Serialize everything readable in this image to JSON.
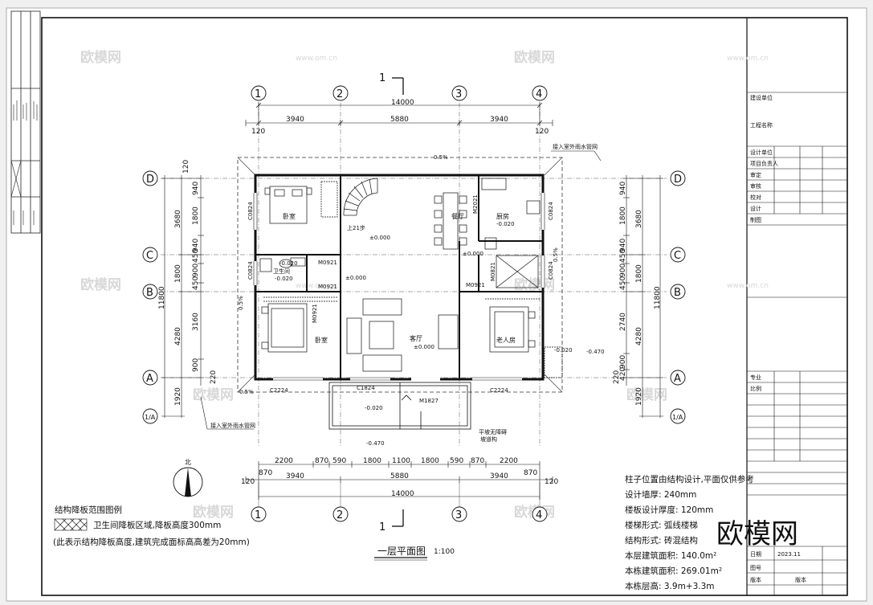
{
  "axes": {
    "top_numbers": [
      "1",
      "2",
      "3",
      "4"
    ],
    "side_letters_left": [
      "D",
      "C",
      "B",
      "A"
    ],
    "side_letters_right": [
      "D",
      "C",
      "B",
      "A"
    ],
    "sub_axis": "1/A"
  },
  "dimensions": {
    "top_total": "14000",
    "top_spans": [
      "3940",
      "5880",
      "3940"
    ],
    "top_offset_left": "120",
    "top_offset_right": "120",
    "bottom_windows": [
      "2200",
      "870",
      "590",
      "1800",
      "1100",
      "1800",
      "590",
      "870",
      "2200"
    ],
    "bottom_spans": [
      "3940",
      "5880",
      "3940"
    ],
    "bottom_end_left": "870",
    "bottom_end_right": "870",
    "bottom_offset_left": "120",
    "bottom_offset_right": "120",
    "bottom_total": "14000",
    "left_outer": [
      "3680",
      "1800",
      "4280",
      "1920"
    ],
    "left_inner": [
      "940",
      "1800",
      "940",
      "450",
      "900",
      "450",
      "3160",
      "900"
    ],
    "left_total": "11800",
    "left_top_120": "120",
    "left_220": "220",
    "right_outer": [
      "3680",
      "1800",
      "4280",
      "1920"
    ],
    "right_inner": [
      "940",
      "1800",
      "940",
      "450",
      "900",
      "450",
      "2740",
      "900",
      "420"
    ],
    "right_total": "11800",
    "right_220": "220"
  },
  "rooms": [
    {
      "name": "卧室"
    },
    {
      "name": "卫生间"
    },
    {
      "name": "卧室"
    },
    {
      "name": "客厅",
      "level": "±0.000"
    },
    {
      "name": "餐厅"
    },
    {
      "name": "厨房",
      "level": "-0.020"
    },
    {
      "name": "老人房"
    }
  ],
  "labels": {
    "section_mark": "1",
    "stair_up": "上21步",
    "level_zero_stair": "±0.000",
    "level_zero_hall": "±0.000",
    "level_zero_dining": "±0.000",
    "level_wc": "-0.020",
    "level_wc_mini": "-0.020",
    "level_porch": "-0.020",
    "level_outdoor": "-0.470",
    "level_outdoor_right": "-0.470",
    "level_side": "-0.020",
    "door_m0921_a": "M0921",
    "door_m0921_b": "M0921",
    "door_m0921_c": "M0921",
    "door_m0921_d": "M0921",
    "door_m2021": "M2021",
    "door_m1827": "M1827",
    "door_m0821": "M0821",
    "win_c2224_left": "C2224",
    "win_c2224_right": "C2224",
    "win_c1824": "C1824",
    "win_c0824_a": "C0824",
    "win_c0824_b": "C0824",
    "win_c0824_c": "C0824",
    "win_c0824_d": "C0824",
    "roof_slope": "0.5%",
    "rain_pipe_label": "接入室外雨水管网",
    "rain_pipe_label_2": "接入室外雨水管网",
    "ramp_note_1": "平坡无障碍",
    "ramp_note_2": "坡道构",
    "north": "北"
  },
  "notes": {
    "legend_title": "结构降板范围图例",
    "legend_text": "卫生间降板区域,降板高度300mm",
    "legend_sub": "(此表示结构降板高度,建筑完成面标高高差为20mm)",
    "drawing_title": "一层平面图",
    "drawing_scale": "1:100",
    "spec_lines": [
      "柱子位置由结构设计,平面仅供参考",
      "设计墙厚: 240mm",
      "楼板设计厚度: 120mm",
      "楼梯形式: 弧线楼梯",
      "结构形式: 砖混结构",
      "本层建筑面积: 140.0m²",
      "本栋建筑面积: 269.01m²",
      "本栋层高: 3.9m+3.3m"
    ]
  },
  "watermark": {
    "brand": "欧模网",
    "url": "www.om.cn"
  },
  "title_block": {
    "rows_top": [
      "建设单位",
      "工程名称",
      "设计单位",
      "项目负责人",
      "审定",
      "审核",
      "校对",
      "设计",
      "制图"
    ],
    "rows_bottom": [
      "专业",
      "比例",
      "日期",
      "图号",
      "版本"
    ],
    "date_value": "2023.11",
    "version_value": "版本"
  },
  "colors": {
    "line": "#1a1a1a",
    "paper": "#ffffff",
    "background": "#f0f0f0",
    "watermark": "#d8d8d8"
  }
}
